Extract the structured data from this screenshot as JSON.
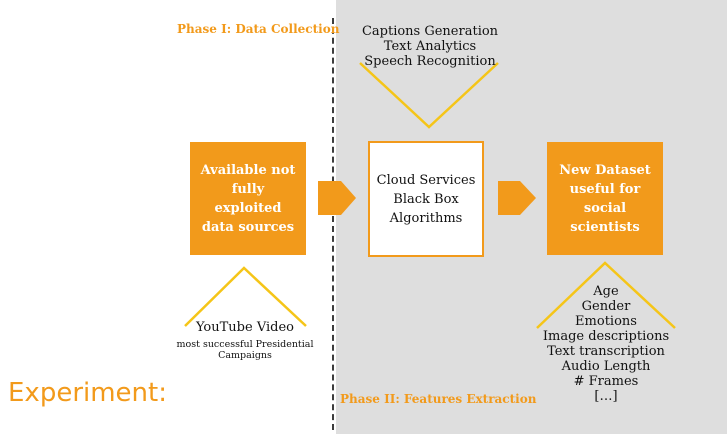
{
  "phases": {
    "phase1_label": "Phase I: Data Collection",
    "phase2_label": "Phase II: Features Extraction"
  },
  "boxes": {
    "sources": [
      "Available not",
      "fully exploited",
      "data sources"
    ],
    "cloud": [
      "Cloud Services",
      "Black Box",
      "Algorithms"
    ],
    "dataset": [
      "New Dataset",
      "useful for social",
      "scientists"
    ]
  },
  "services_list": [
    "Captions Generation",
    "Text Analytics",
    "Speech Recognition"
  ],
  "youtube": {
    "title": "YouTube Video",
    "subtitle": [
      "most  successful Presidential",
      "Campaigns"
    ]
  },
  "features_list": [
    "Age",
    "Gender",
    "Emotions",
    "Image descriptions",
    "Text  transcription",
    "Audio Length",
    "# Frames",
    "[…]"
  ],
  "experiment_label": "Experiment:",
  "colors": {
    "accent": "#f29a1b",
    "phase2_bg": "#dedede",
    "divider": "#3c3c3c"
  }
}
